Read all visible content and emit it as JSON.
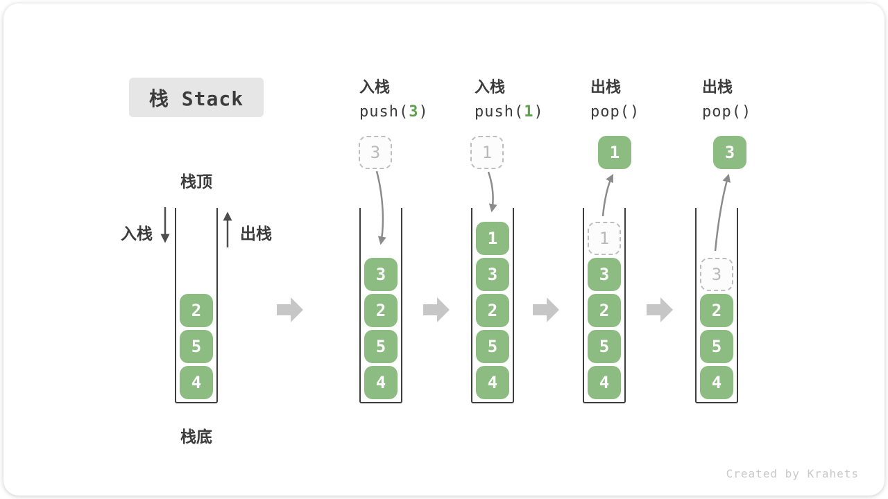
{
  "title": "栈 Stack",
  "watermark": "Created by Krahets",
  "first_stack": {
    "top_label": "栈顶",
    "bottom_label": "栈底",
    "push_label": "入栈",
    "pop_label": "出栈",
    "items": [
      {
        "value": "2",
        "style": "solid"
      },
      {
        "value": "5",
        "style": "solid"
      },
      {
        "value": "4",
        "style": "solid"
      }
    ]
  },
  "stages": [
    {
      "op_label": "入栈",
      "code": {
        "fn": "push(",
        "arg": "3",
        "close": ")"
      },
      "floating": {
        "value": "3",
        "style": "dashed"
      },
      "items": [
        {
          "value": "3",
          "style": "solid"
        },
        {
          "value": "2",
          "style": "solid"
        },
        {
          "value": "5",
          "style": "solid"
        },
        {
          "value": "4",
          "style": "solid"
        }
      ]
    },
    {
      "op_label": "入栈",
      "code": {
        "fn": "push(",
        "arg": "1",
        "close": ")"
      },
      "floating": {
        "value": "1",
        "style": "dashed"
      },
      "items": [
        {
          "value": "1",
          "style": "solid"
        },
        {
          "value": "3",
          "style": "solid"
        },
        {
          "value": "2",
          "style": "solid"
        },
        {
          "value": "5",
          "style": "solid"
        },
        {
          "value": "4",
          "style": "solid"
        }
      ]
    },
    {
      "op_label": "出栈",
      "code": {
        "fn": "pop(",
        "arg": "",
        "close": ")"
      },
      "floating": {
        "value": "1",
        "style": "solid"
      },
      "items": [
        {
          "value": "1",
          "style": "dashed"
        },
        {
          "value": "3",
          "style": "solid"
        },
        {
          "value": "2",
          "style": "solid"
        },
        {
          "value": "5",
          "style": "solid"
        },
        {
          "value": "4",
          "style": "solid"
        }
      ]
    },
    {
      "op_label": "出栈",
      "code": {
        "fn": "pop(",
        "arg": "",
        "close": ")"
      },
      "floating": {
        "value": "3",
        "style": "solid"
      },
      "items": [
        {
          "value": "3",
          "style": "dashed"
        },
        {
          "value": "2",
          "style": "solid"
        },
        {
          "value": "5",
          "style": "solid"
        },
        {
          "value": "4",
          "style": "solid"
        }
      ]
    }
  ],
  "colors": {
    "item_green": "#8dbc82",
    "code_arg_green": "#5da14e",
    "stage_arrow_gray": "#c6c6c6",
    "curve_arrow_gray": "#8b8b8b",
    "title_badge_bg": "#e6e6e6"
  }
}
